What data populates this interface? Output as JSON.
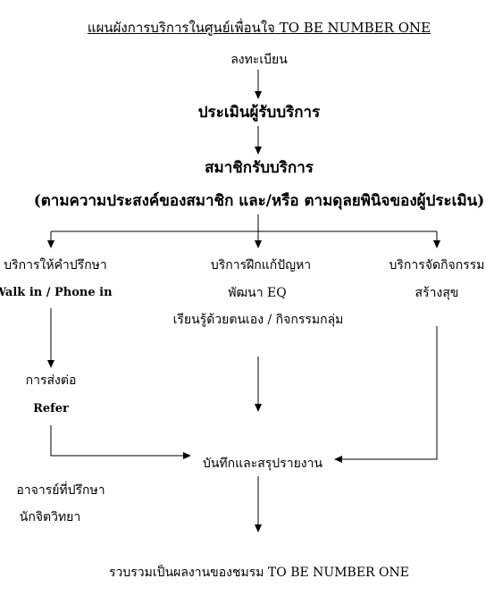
{
  "title": "แผนผังการบริการในศูนย์เพื่อนใจ TO BE NUMBER ONE",
  "step_register": "ลงทะเบียน",
  "step_assess": "ประเมินผู้รับบริการ",
  "step_member": "สมาชิกรับบริการ",
  "step_condition": "(ตามความประสงค์ของสมาชิก และ/หรือ ตามดุลยพินิจของผู้ประเมิน)",
  "branch_counsel": {
    "title": "บริการให้คำปรึกษา",
    "sub": "Walk in / Phone in"
  },
  "branch_training": {
    "title": "บริการฝึกแก้ปัญหา",
    "line2": "พัฒนา EQ",
    "line3": "เรียนรู้ด้วยตนเอง / กิจกรรมกลุ่ม"
  },
  "branch_activity": {
    "title": "บริการจัดกิจกรรม",
    "line2": "สร้างสุข"
  },
  "referral": {
    "title": "การส่งต่อ",
    "sub": "Refer"
  },
  "record": "บันทึกและสรุปรายงาน",
  "advisors": {
    "line1": "อาจารย์ที่ปรึกษา",
    "line2": "นักจิตวิทยา"
  },
  "final": "รวบรวมเป็นผลงานของชมรม TO BE NUMBER ONE"
}
